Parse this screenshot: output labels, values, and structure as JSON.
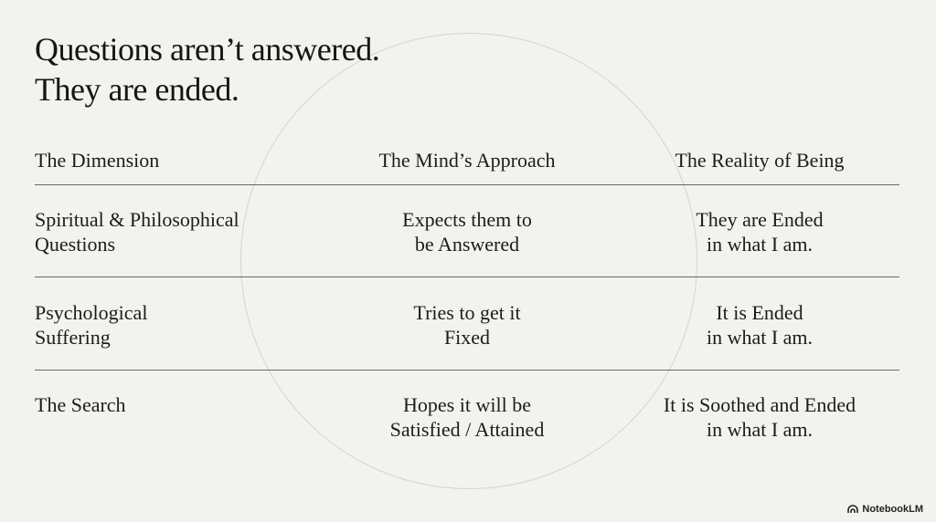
{
  "title": {
    "line1": "Questions aren’t answered.",
    "line2": "They are ended."
  },
  "table": {
    "headers": [
      "The Dimension",
      "The Mind’s Approach",
      "The Reality of Being"
    ],
    "rows": [
      {
        "dimension": [
          "Spiritual & Philosophical",
          "Questions"
        ],
        "approach": [
          "Expects them to",
          "be Answered"
        ],
        "reality": [
          "They are Ended",
          "in what I am."
        ]
      },
      {
        "dimension": [
          "Psychological",
          "Suffering"
        ],
        "approach": [
          "Tries to get it",
          "Fixed"
        ],
        "reality": [
          "It is Ended",
          "in what I am."
        ]
      },
      {
        "dimension": [
          "The Search"
        ],
        "approach": [
          "Hopes it will be",
          "Satisfied / Attained"
        ],
        "reality": [
          "It is Soothed and Ended",
          "in what I am."
        ]
      }
    ]
  },
  "brand": {
    "label": "NotebookLM",
    "icon": "notebooklm-logo-icon"
  },
  "colors": {
    "background": "#f2f2ee",
    "text": "#1c1c1c",
    "rule": "#6a6a66",
    "circle": "#d4d4cf"
  }
}
